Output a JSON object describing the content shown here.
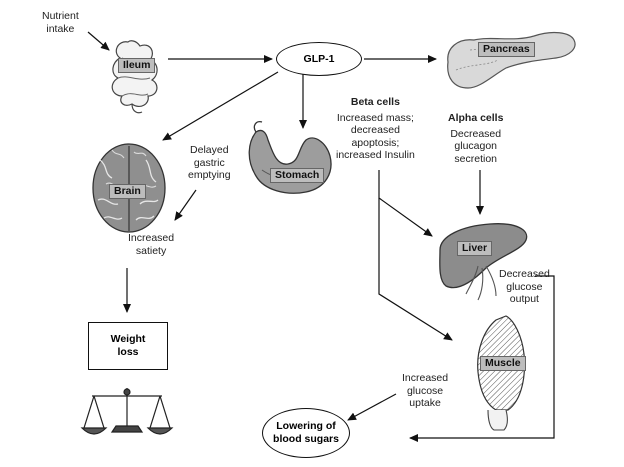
{
  "labels": {
    "nutrient_intake": [
      "Nutrient",
      "intake"
    ],
    "glp1": "GLP-1",
    "ileum": "Ileum",
    "pancreas": "Pancreas",
    "brain": "Brain",
    "stomach": "Stomach",
    "liver": "Liver",
    "muscle": "Muscle",
    "beta_title": "Beta cells",
    "beta_effects": [
      "Increased mass;",
      "decreased",
      "apoptosis;",
      "increased Insulin"
    ],
    "alpha_title": "Alpha cells",
    "alpha_effects": [
      "Decreased",
      "glucagon",
      "secretion"
    ],
    "delayed_gastric": [
      "Delayed",
      "gastric",
      "emptying"
    ],
    "increased_satiety": [
      "Increased",
      "satiety"
    ],
    "weight_loss": [
      "Weight",
      "loss"
    ],
    "decreased_glucose": [
      "Decreased",
      "glucose",
      "output"
    ],
    "increased_glucose_uptake": [
      "Increased",
      "glucose",
      "uptake"
    ],
    "lowering_blood_sugars": [
      "Lowering of",
      "blood sugars"
    ]
  },
  "icons": [
    "ileum-icon",
    "pancreas-icon",
    "brain-icon",
    "stomach-icon",
    "liver-icon",
    "muscle-icon",
    "scales-icon"
  ]
}
